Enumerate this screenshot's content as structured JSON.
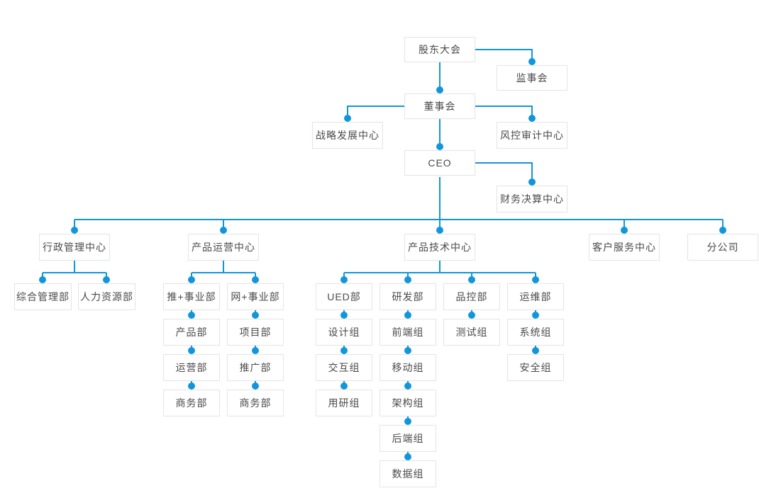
{
  "colors": {
    "connector": "#1296db",
    "node_border": "#e4e4e4",
    "node_bg": "#ffffff",
    "node_text": "#4a4a4a"
  },
  "nodes": {
    "shareholders": {
      "label": "股东大会"
    },
    "supervisory_board": {
      "label": "监事会"
    },
    "board": {
      "label": "董事会"
    },
    "strategy_center": {
      "label": "战略发展中心"
    },
    "risk_audit_center": {
      "label": "风控审计中心"
    },
    "ceo": {
      "label": "CEO"
    },
    "finance_center": {
      "label": "财务决算中心"
    },
    "admin_center": {
      "label": "行政管理中心"
    },
    "ops_center": {
      "label": "产品运营中心"
    },
    "tech_center": {
      "label": "产品技术中心"
    },
    "service_center": {
      "label": "客户服务中心"
    },
    "branch_company": {
      "label": "分公司"
    },
    "general_admin_dept": {
      "label": "综合管理部"
    },
    "hr_dept": {
      "label": "人力资源部"
    },
    "tui_business_div": {
      "label": "推+事业部"
    },
    "wang_business_div": {
      "label": "网+事业部"
    },
    "product_dept": {
      "label": "产品部"
    },
    "project_dept": {
      "label": "项目部"
    },
    "operations_dept": {
      "label": "运营部"
    },
    "promotion_dept": {
      "label": "推广部"
    },
    "business_dept_left": {
      "label": "商务部"
    },
    "business_dept_right": {
      "label": "商务部"
    },
    "ued_dept": {
      "label": "UED部"
    },
    "rd_dept": {
      "label": "研发部"
    },
    "qc_dept": {
      "label": "品控部"
    },
    "om_dept": {
      "label": "运维部"
    },
    "design_group": {
      "label": "设计组"
    },
    "frontend_group": {
      "label": "前端组"
    },
    "test_group": {
      "label": "测试组"
    },
    "system_group": {
      "label": "系统组"
    },
    "interaction_group": {
      "label": "交互组"
    },
    "mobile_group": {
      "label": "移动组"
    },
    "security_group": {
      "label": "安全组"
    },
    "user_research_group": {
      "label": "用研组"
    },
    "architecture_group": {
      "label": "架构组"
    },
    "backend_group": {
      "label": "后端组"
    },
    "data_group": {
      "label": "数据组"
    }
  },
  "edges": [
    [
      "shareholders",
      "supervisory_board"
    ],
    [
      "shareholders",
      "board"
    ],
    [
      "board",
      "strategy_center"
    ],
    [
      "board",
      "risk_audit_center"
    ],
    [
      "board",
      "ceo"
    ],
    [
      "ceo",
      "finance_center"
    ],
    [
      "ceo",
      "admin_center"
    ],
    [
      "ceo",
      "ops_center"
    ],
    [
      "ceo",
      "tech_center"
    ],
    [
      "ceo",
      "service_center"
    ],
    [
      "ceo",
      "branch_company"
    ],
    [
      "admin_center",
      "general_admin_dept"
    ],
    [
      "admin_center",
      "hr_dept"
    ],
    [
      "ops_center",
      "tui_business_div"
    ],
    [
      "ops_center",
      "wang_business_div"
    ],
    [
      "tui_business_div",
      "product_dept"
    ],
    [
      "product_dept",
      "operations_dept"
    ],
    [
      "operations_dept",
      "business_dept_left"
    ],
    [
      "wang_business_div",
      "project_dept"
    ],
    [
      "project_dept",
      "promotion_dept"
    ],
    [
      "promotion_dept",
      "business_dept_right"
    ],
    [
      "tech_center",
      "ued_dept"
    ],
    [
      "tech_center",
      "rd_dept"
    ],
    [
      "tech_center",
      "qc_dept"
    ],
    [
      "tech_center",
      "om_dept"
    ],
    [
      "ued_dept",
      "design_group"
    ],
    [
      "design_group",
      "interaction_group"
    ],
    [
      "interaction_group",
      "user_research_group"
    ],
    [
      "rd_dept",
      "frontend_group"
    ],
    [
      "frontend_group",
      "mobile_group"
    ],
    [
      "mobile_group",
      "architecture_group"
    ],
    [
      "architecture_group",
      "backend_group"
    ],
    [
      "backend_group",
      "data_group"
    ],
    [
      "qc_dept",
      "test_group"
    ],
    [
      "om_dept",
      "system_group"
    ],
    [
      "system_group",
      "security_group"
    ]
  ]
}
